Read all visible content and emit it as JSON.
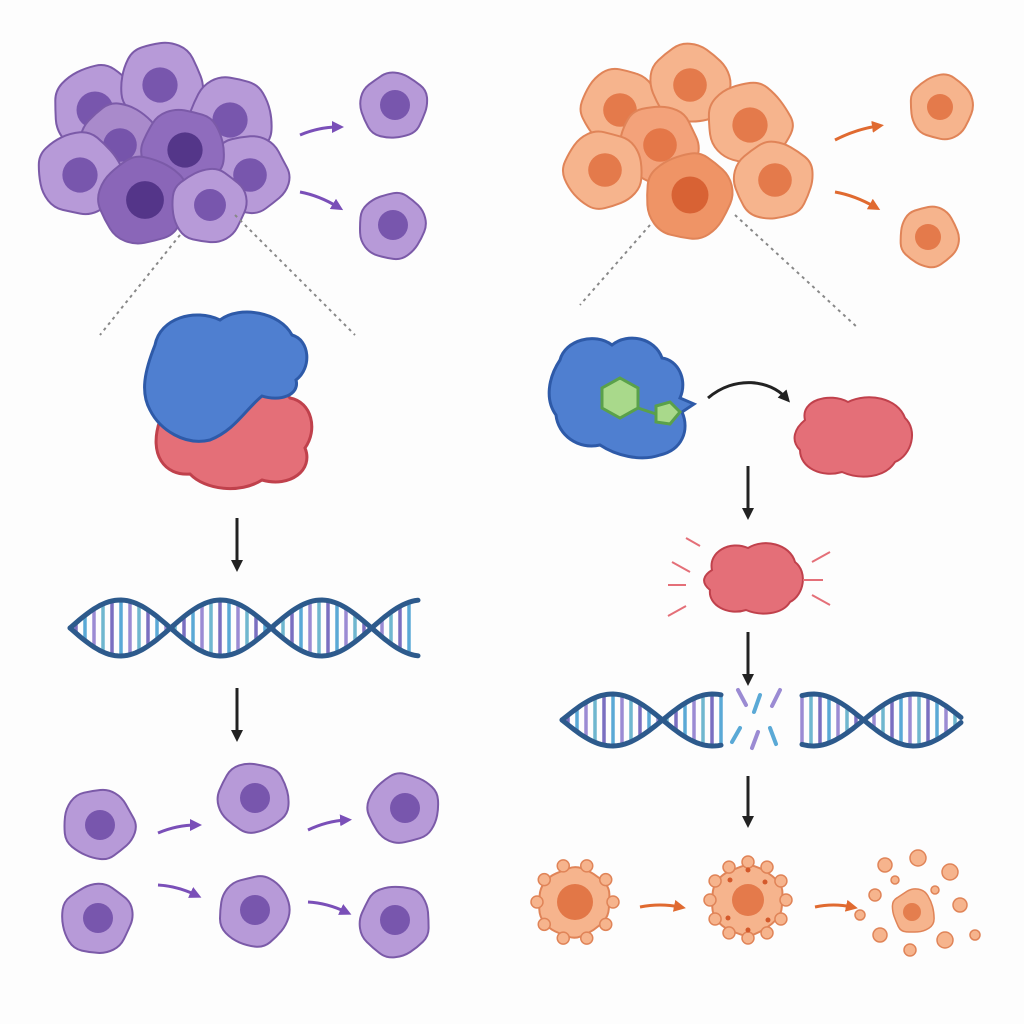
{
  "figure": {
    "kind": "mechanism-comparison-illustration",
    "printed_text": [],
    "palette": {
      "background": "#fdfdfd",
      "purple_cell": "#b79ad8",
      "purple_nucleus": "#6d4aa6",
      "purple_dark_nucleus": "#4a2d80",
      "orange_cell": "#f6b48d",
      "orange_nucleus": "#e0703f",
      "blue_protein": "#4f7fd0",
      "red_protein": "#e46f78",
      "ligand_green": "#a9d98b",
      "dna_strand": "#2d5a8c",
      "arrow_dark": "#222222",
      "arrow_purple": "#7a4fb8",
      "arrow_orange": "#e06a30"
    },
    "left_pathway": {
      "theme": "purple",
      "tumor_cluster_cells": 9,
      "escaping_cells": 2,
      "complex": "blue-red-protein-complex-intact",
      "dna_state": "intact",
      "outcome": "proliferation",
      "offspring_cells": 6
    },
    "right_pathway": {
      "theme": "orange",
      "tumor_cluster_cells": 7,
      "escaping_cells": 2,
      "complex": "blue-protein-with-inhibitor-red-released",
      "red_protein_state": "activated",
      "dna_state": "broken",
      "outcome": "cell-death-fragmentation",
      "death_stages": 3
    }
  }
}
